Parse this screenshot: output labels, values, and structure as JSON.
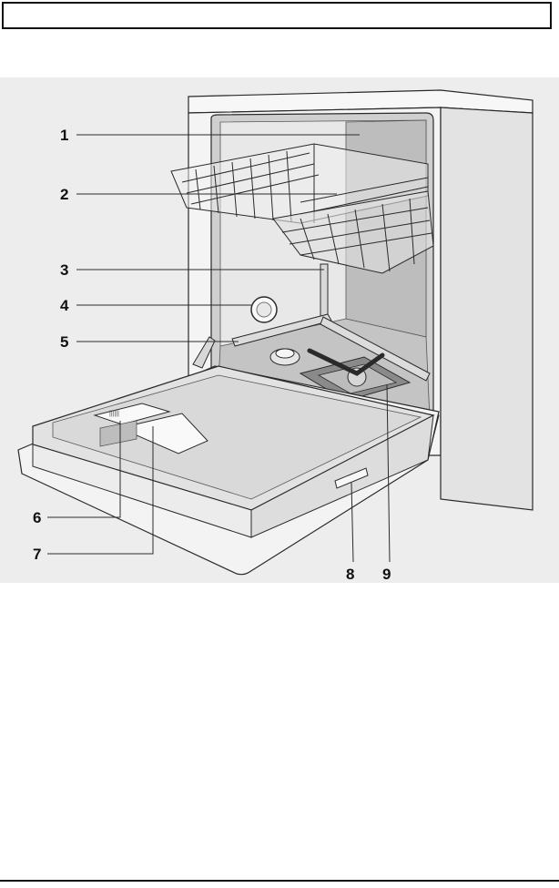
{
  "figure": {
    "callouts": [
      "1",
      "2",
      "3",
      "4",
      "5",
      "6",
      "7",
      "8",
      "9"
    ]
  },
  "colors": {
    "cabinet": "#f4f4f4",
    "cabinet_side": "#e3e3e3",
    "tub_interior": "#d7d7d7",
    "tub_back": "#e6e6e6",
    "door_panel": "#f1f1f1",
    "outline": "#2a2a2a",
    "background_panel": "#ededed"
  }
}
